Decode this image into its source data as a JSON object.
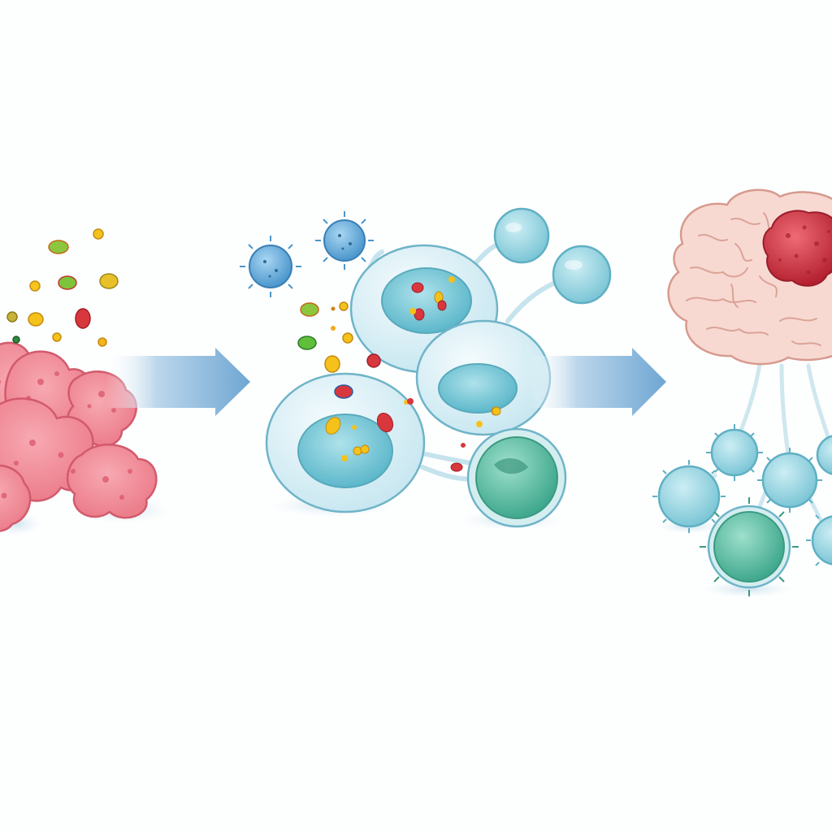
{
  "diagram": {
    "stages": [
      {
        "id": "stage-1",
        "depicts": "pink-tissue-cluster-with-scattered-particles"
      },
      {
        "id": "stage-2",
        "depicts": "translucent-cells-engulfing-particles-with-viruses"
      },
      {
        "id": "stage-3",
        "depicts": "brain-with-red-mass-connected-to-cell-network"
      }
    ],
    "arrows": [
      {
        "from": "stage-1",
        "to": "stage-2"
      },
      {
        "from": "stage-2",
        "to": "stage-3"
      }
    ],
    "colors": {
      "tissue": "#f08a96",
      "tissue_outline": "#d25a6c",
      "cell_fill": "#d9f1f7",
      "cell_outline": "#6fb4c8",
      "nucleus": "#6cc3d3",
      "green_cell": "#5fc0a6",
      "virus": "#5aa6d6",
      "brain": "#f6d3cb",
      "brain_outline": "#d79a8e",
      "tumor": "#d23a4a",
      "arrow": "#7fb0d8"
    }
  }
}
